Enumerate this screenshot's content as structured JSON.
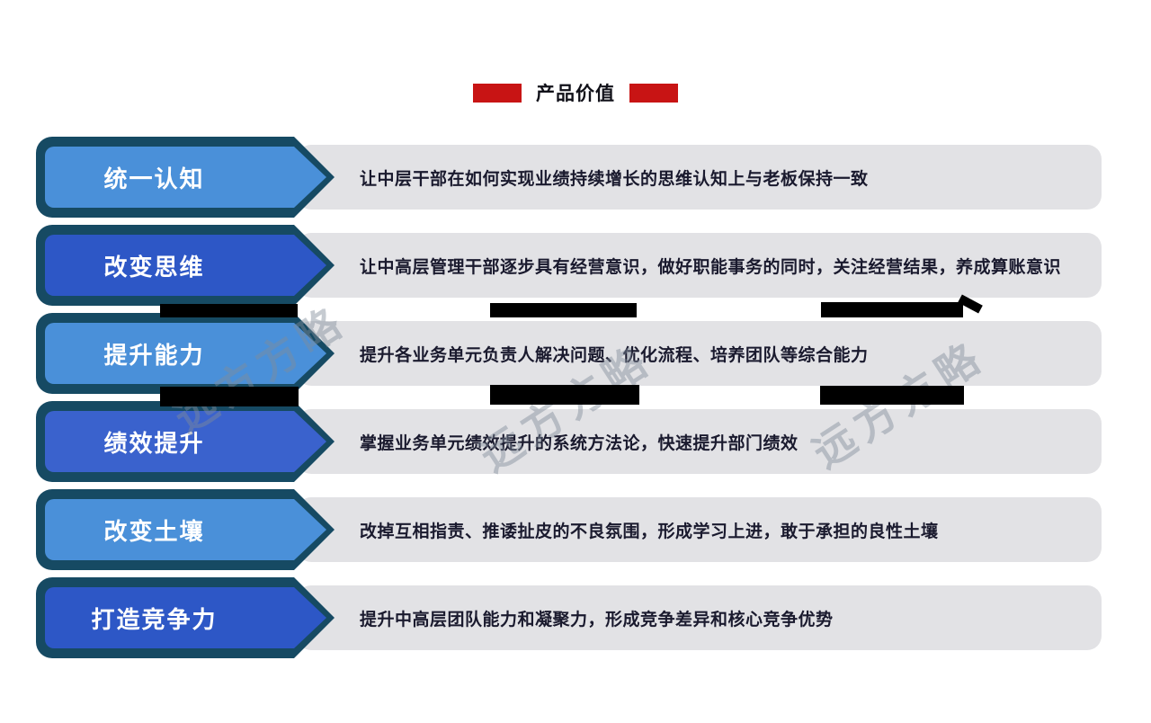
{
  "header": {
    "title": "产品价值"
  },
  "palette": {
    "accent": "#c81414",
    "outline": "#164a63",
    "bar_bg": "#e2e2e5",
    "desc_color": "#1a1a2e",
    "label_color": "#ffffff"
  },
  "rows": [
    {
      "label": "统一认知",
      "color": "#4a90d9",
      "description": "让中层干部在如何实现业绩持续增长的思维认知上与老板保持一致"
    },
    {
      "label": "改变思维",
      "color": "#2d57c6",
      "description": "让中高层管理干部逐步具有经营意识，做好职能事务的同时，关注经营结果，养成算账意识"
    },
    {
      "label": "提升能力",
      "color": "#4a90d9",
      "description": "提升各业务单元负责人解决问题、优化流程、培养团队等综合能力"
    },
    {
      "label": "绩效提升",
      "color": "#3a62cd",
      "description": "掌握业务单元绩效提升的系统方法论，快速提升部门绩效"
    },
    {
      "label": "改变土壤",
      "color": "#4a90d9",
      "description": "改掉互相指责、推诿扯皮的不良氛围，形成学习上进，敢于承担的良性土壤"
    },
    {
      "label": "打造竞争力",
      "color": "#2d57c6",
      "description": "提升中高层团队能力和凝聚力，形成竞争差异和核心竞争优势"
    }
  ],
  "watermark": {
    "text": "远方方略"
  }
}
